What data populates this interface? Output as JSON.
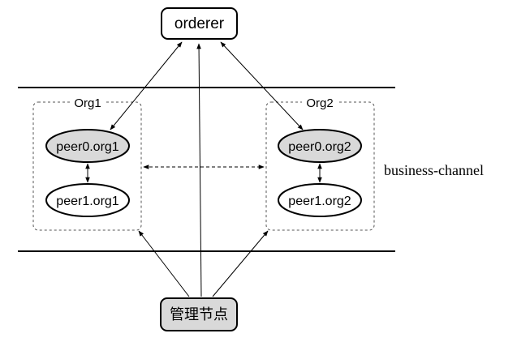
{
  "nodes": {
    "orderer": "orderer",
    "admin": "管理节点"
  },
  "orgs": [
    {
      "label": "Org1",
      "peers": [
        "peer0.org1",
        "peer1.org1"
      ]
    },
    {
      "label": "Org2",
      "peers": [
        "peer0.org2",
        "peer1.org2"
      ]
    }
  ],
  "channel": {
    "label": "business-channel"
  },
  "colors": {
    "stroke": "#000000",
    "fill_gray": "#d9d9d9",
    "fill_white": "#ffffff",
    "dashed": "#555555"
  }
}
